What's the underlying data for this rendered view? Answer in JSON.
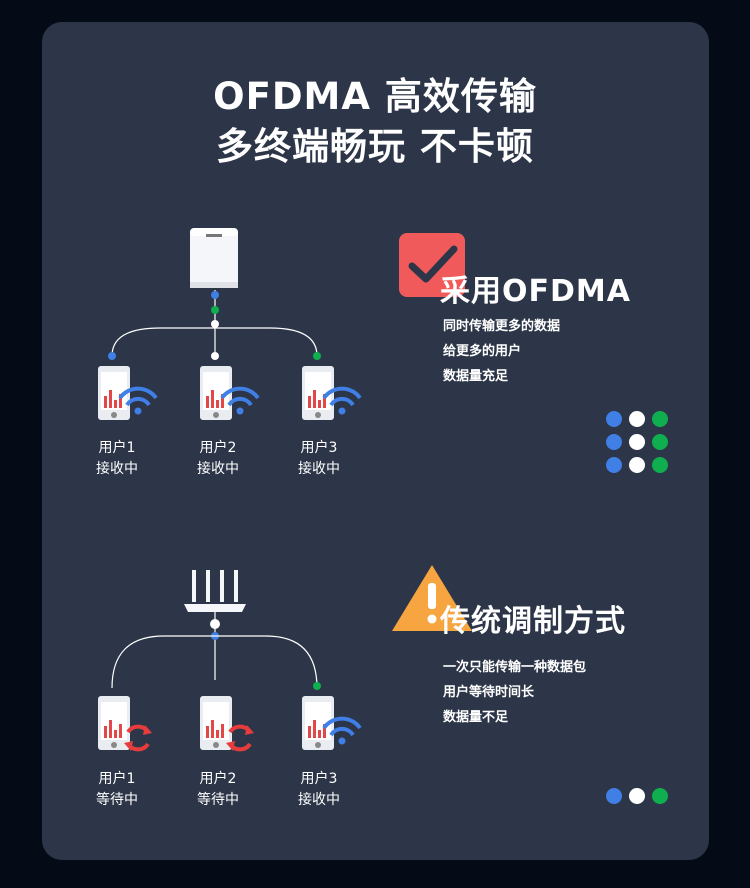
{
  "title": {
    "line1": "OFDMA 高效传输",
    "line2": "多终端畅玩 不卡顿"
  },
  "ofdma": {
    "heading": "采用OFDMA",
    "icon": "check-badge-icon",
    "lines": [
      "同时传输更多的数据",
      "给更多的用户",
      "数据量充足"
    ],
    "users": [
      {
        "name": "用户1",
        "status": "接收中"
      },
      {
        "name": "用户2",
        "status": "接收中"
      },
      {
        "name": "用户3",
        "status": "接收中"
      }
    ]
  },
  "traditional": {
    "heading": "传统调制方式",
    "icon": "warning-triangle-icon",
    "lines": [
      "一次只能传输一种数据包",
      "用户等待时间长",
      "数据量不足"
    ],
    "users": [
      {
        "name": "用户1",
        "status": "等待中"
      },
      {
        "name": "用户2",
        "status": "等待中"
      },
      {
        "name": "用户3",
        "status": "接收中"
      }
    ]
  },
  "colors": {
    "blue": "#3f7fe6",
    "green": "#0fae4f",
    "red": "#f05a5a",
    "orange": "#f7a541",
    "card": "#2d3648"
  }
}
